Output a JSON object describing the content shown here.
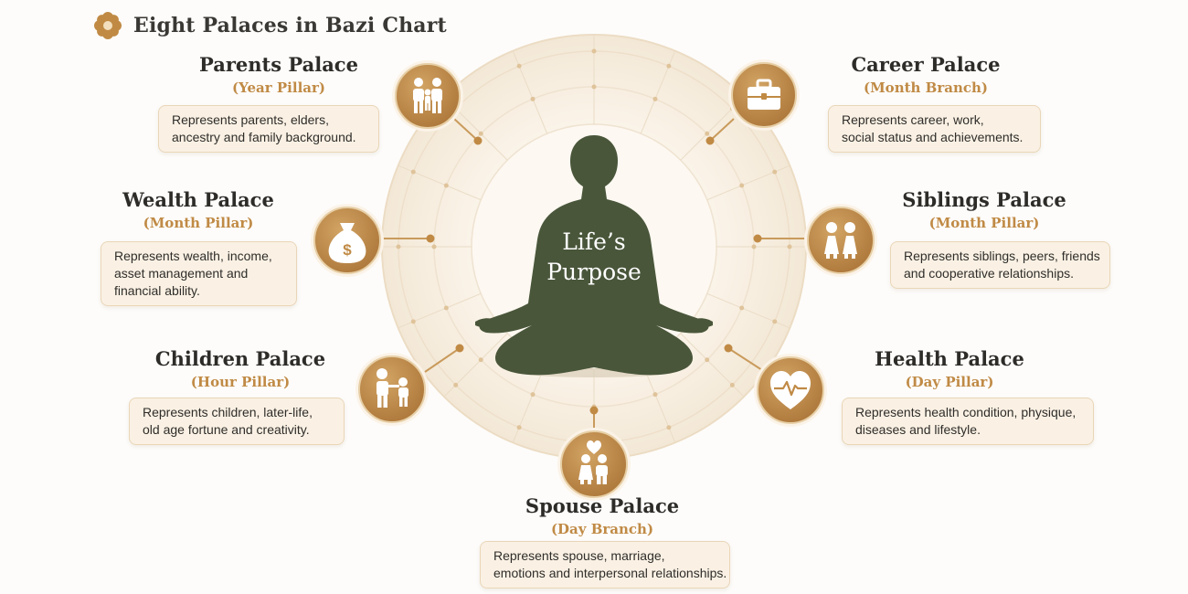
{
  "header": {
    "title": "Eight Palaces in Bazi Chart",
    "logo_icon": "flower-icon"
  },
  "center": {
    "line1": "Life’s",
    "line2": "Purpose",
    "icon": "meditating-figure-icon"
  },
  "colors": {
    "accent_gold": "#c08a45",
    "figure_green": "#49563a",
    "card_fill": "#faf1e4",
    "card_border": "#ead6b8",
    "ring_fill": "#f4ebdd"
  },
  "palaces": {
    "parents": {
      "name": "Parents Palace",
      "pillar": "(Year Pillar)",
      "desc": [
        "Represents parents, elders,",
        "ancestry and family background."
      ],
      "icon": "family-icon"
    },
    "career": {
      "name": "Career Palace",
      "pillar": "(Month Branch)",
      "desc": [
        "Represents career, work,",
        "social status and achievements."
      ],
      "icon": "briefcase-icon"
    },
    "wealth": {
      "name": "Wealth Palace",
      "pillar": "(Month Pillar)",
      "desc": [
        "Represents wealth, income,",
        "asset management and",
        "financial ability."
      ],
      "icon": "money-bag-icon"
    },
    "siblings": {
      "name": "Siblings Palace",
      "pillar": "(Month Pillar)",
      "desc": [
        "Represents siblings, peers, friends",
        "and cooperative relationships."
      ],
      "icon": "siblings-icon"
    },
    "children": {
      "name": "Children Palace",
      "pillar": "(Hour Pillar)",
      "desc": [
        "Represents children, later-life,",
        "old age fortune and creativity."
      ],
      "icon": "parent-child-icon"
    },
    "health": {
      "name": "Health Palace",
      "pillar": "(Day Pillar)",
      "desc": [
        "Represents health condition, physique,",
        "diseases and lifestyle."
      ],
      "icon": "heart-pulse-icon"
    },
    "spouse": {
      "name": "Spouse Palace",
      "pillar": "(Day Branch)",
      "desc": [
        "Represents spouse, marriage,",
        "emotions and interpersonal relationships."
      ],
      "icon": "couple-heart-icon"
    }
  }
}
